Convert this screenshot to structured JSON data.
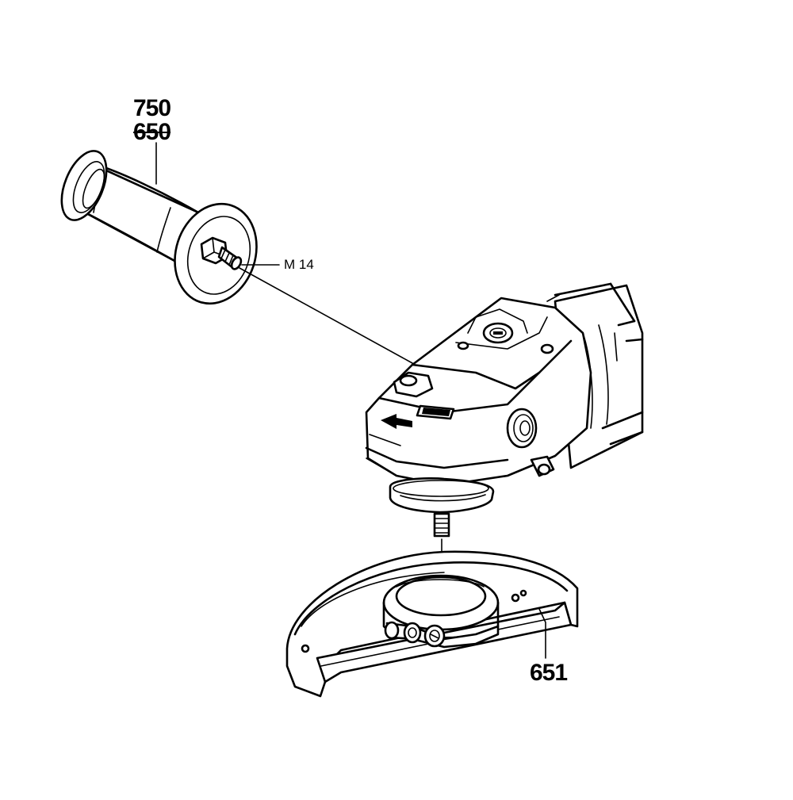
{
  "labels": {
    "handle_part": "750",
    "handle_part_old": "650",
    "thread_size": "M 14",
    "guard_part": "651"
  },
  "components": [
    {
      "name": "auxiliary-handle",
      "icon": "handle-icon"
    },
    {
      "name": "angle-grinder-head",
      "icon": "grinder-icon"
    },
    {
      "name": "protection-guard",
      "icon": "guard-icon"
    }
  ],
  "colors": {
    "line": "#000000",
    "background": "#ffffff"
  }
}
